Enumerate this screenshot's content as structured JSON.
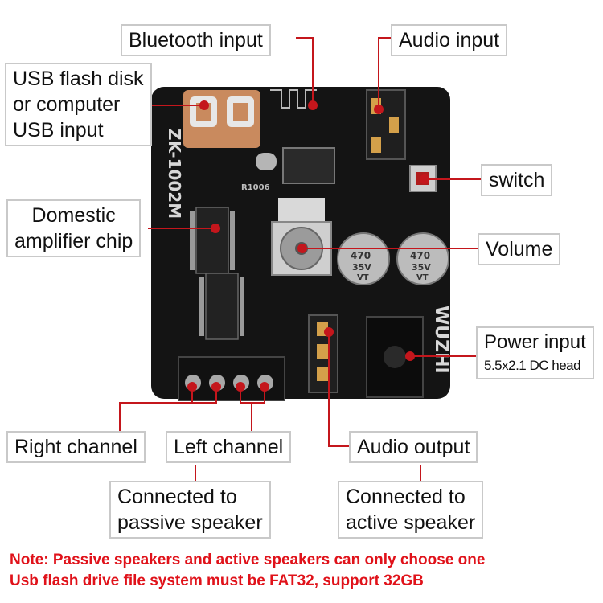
{
  "board": {
    "model": "ZK-1002M",
    "brand": "WUZHI",
    "capacitor_marking_1": "470",
    "capacitor_marking_2": "35V",
    "capacitor_marking_3": "VT",
    "chip_marking": "R1006"
  },
  "labels": {
    "bluetooth_input": "Bluetooth input",
    "audio_input": "Audio input",
    "usb_input_line1": "USB flash disk",
    "usb_input_line2": "or computer",
    "usb_input_line3": "USB input",
    "switch": "switch",
    "amp_chip_line1": "Domestic",
    "amp_chip_line2": "amplifier chip",
    "volume": "Volume",
    "power_input_line1": "Power input",
    "power_input_line2": "5.5x2.1 DC head",
    "right_channel": "Right channel",
    "left_channel": "Left channel",
    "audio_output": "Audio output",
    "passive_line1": "Connected to",
    "passive_line2": "passive speaker",
    "active_line1": "Connected to",
    "active_line2": "active speaker"
  },
  "notes": {
    "line1": "Note: Passive speakers and active speakers can only choose one",
    "line2": "Usb flash drive file system must be FAT32, support 32GB"
  },
  "colors": {
    "accent_red": "#c4161c",
    "note_red": "#e0121a",
    "board_black": "#141414",
    "callout_border": "#c9c9c9"
  }
}
